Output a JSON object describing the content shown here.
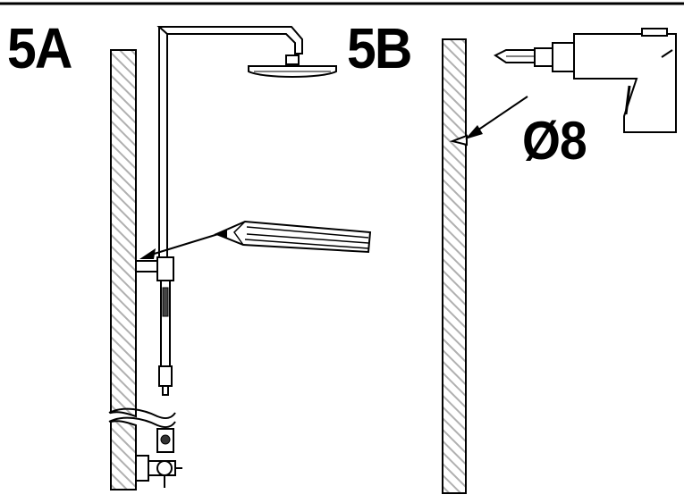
{
  "steps": {
    "a": {
      "label": "5A"
    },
    "b": {
      "label": "5B",
      "drill_diameter": "Ø8"
    }
  },
  "colors": {
    "line": "#000000",
    "wall_hatch": "#b5b5b5",
    "wall_fill": "#ffffff"
  }
}
